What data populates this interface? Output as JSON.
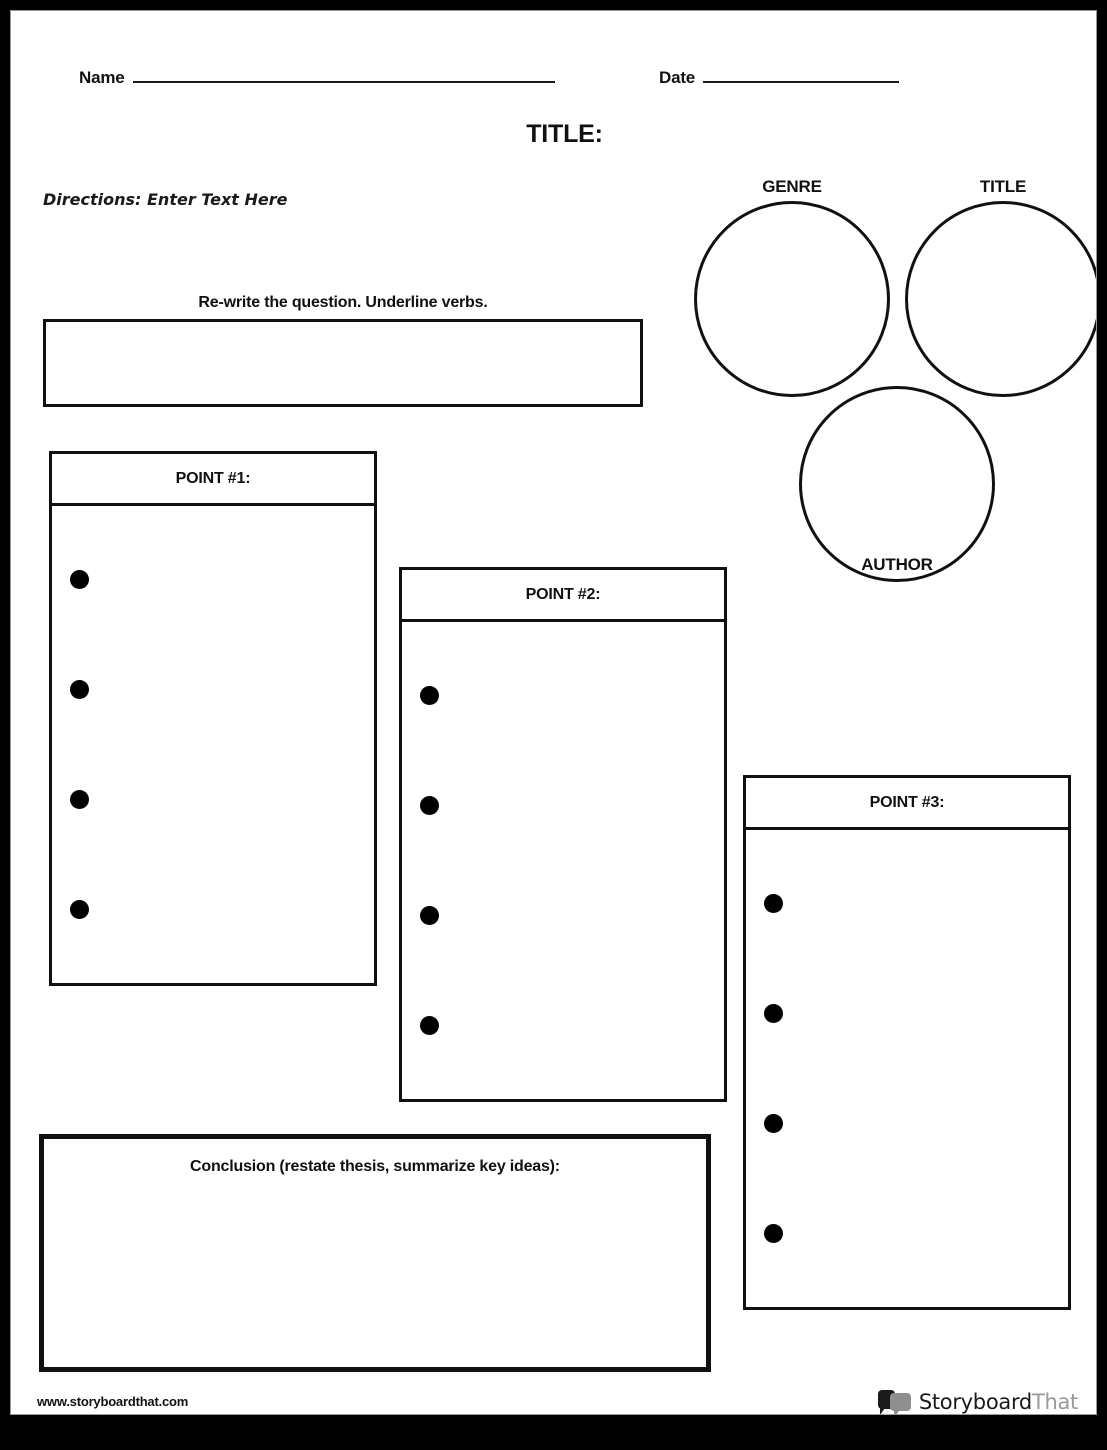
{
  "header": {
    "name_label": "Name",
    "date_label": "Date",
    "title_label": "TITLE:"
  },
  "directions": {
    "text": "Directions: Enter Text Here"
  },
  "rewrite": {
    "heading": "Re-write the question. Underline verbs.",
    "value": ""
  },
  "venn": {
    "circles": [
      {
        "label": "GENRE",
        "value": ""
      },
      {
        "label": "TITLE",
        "value": ""
      },
      {
        "label": "AUTHOR",
        "value": ""
      }
    ]
  },
  "points": [
    {
      "heading": "POINT #1:",
      "bullets": [
        "",
        "",
        "",
        ""
      ]
    },
    {
      "heading": "POINT #2:",
      "bullets": [
        "",
        "",
        "",
        ""
      ]
    },
    {
      "heading": "POINT #3:",
      "bullets": [
        "",
        "",
        "",
        ""
      ]
    }
  ],
  "conclusion": {
    "heading": "Conclusion (restate thesis, summarize key ideas):",
    "value": ""
  },
  "footer": {
    "url": "www.storyboardthat.com",
    "brand_primary": "Storyboard",
    "brand_secondary": "That"
  },
  "colors": {
    "ink": "#111111",
    "page_border": "#000000",
    "logo_gray": "#8f8f8f"
  }
}
